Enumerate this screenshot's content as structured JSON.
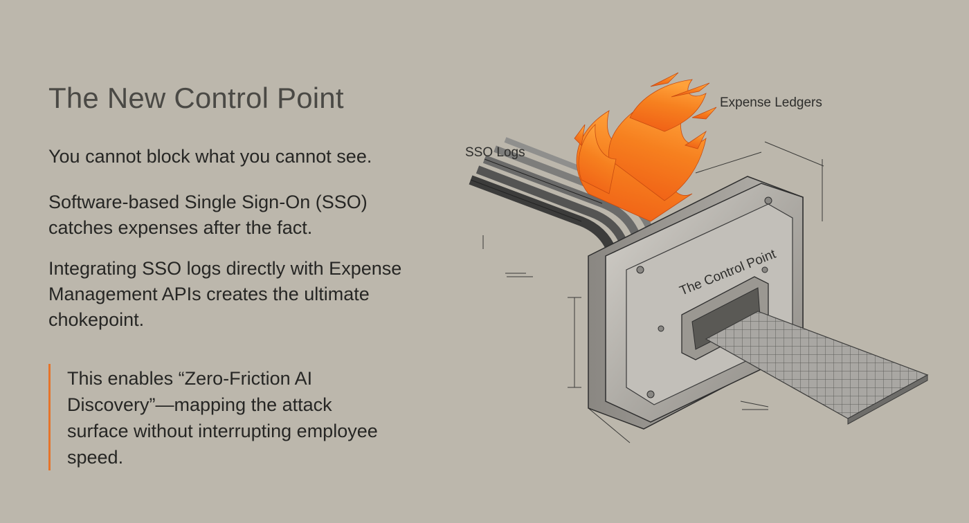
{
  "slide": {
    "title": "The New Control Point",
    "paragraphs": [
      "You cannot block what you cannot see.",
      "Software-based Single Sign-On (SSO) catches expenses after the fact.",
      "Integrating SSO logs directly with Expense Management APIs creates the ultimate chokepoint."
    ],
    "callout": "This enables “Zero-Friction AI Discovery”—mapping the attack surface without interrupting employee speed."
  },
  "diagram": {
    "labels": {
      "sso_logs": "SSO Logs",
      "expense_ledgers": "Expense Ledgers",
      "device": "The Control Point"
    }
  },
  "colors": {
    "background": "#bcb7ac",
    "accent": "#e6742a",
    "flame": "#f26a1b"
  }
}
